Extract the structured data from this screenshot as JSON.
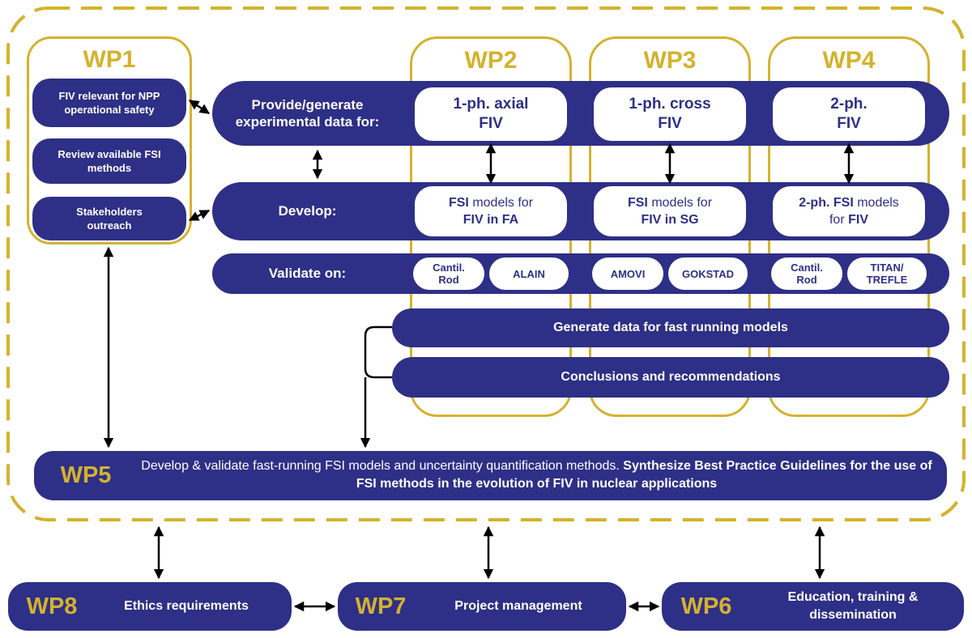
{
  "wp1": {
    "title": "WP1",
    "item1": "FIV relevant for NPP operational safety",
    "item2": "Review available FSI methods",
    "item3": "Stakeholders outreach"
  },
  "rows": {
    "provide": "Provide/generate experimental data for:",
    "develop": "Develop:",
    "validate": "Validate on:"
  },
  "wp2": {
    "title": "WP2",
    "exp": "1-ph. axial FIV",
    "model_a": "FSI",
    "model_b": " models for",
    "model_c": "FIV in FA",
    "val1": "Cantil. Rod",
    "val2": "ALAIN"
  },
  "wp3": {
    "title": "WP3",
    "exp": "1-ph. cross FIV",
    "model_a": "FSI",
    "model_b": " models for",
    "model_c": "FIV in SG",
    "val1": "AMOVI",
    "val2": "GOKSTAD"
  },
  "wp4": {
    "title": "WP4",
    "exp": "2-ph. FIV",
    "model_a": "2-ph. FSI",
    "model_b": " models",
    "model_c1": "for ",
    "model_c2": "FIV",
    "val1": "Cantil. Rod",
    "val2": "TITAN/ TREFLE"
  },
  "generate": "Generate data for fast running models",
  "conclusions": "Conclusions and recommendations",
  "wp5": {
    "title": "WP5",
    "text1": "Develop & validate fast-running FSI models and uncertainty quantification methods. ",
    "text2": "Synthesize Best Practice Guidelines for the use of FSI methods in the evolution of FIV in nuclear applications"
  },
  "wp8": {
    "title": "WP8",
    "label": "Ethics requirements"
  },
  "wp7": {
    "title": "WP7",
    "label": "Project management"
  },
  "wp6": {
    "title": "WP6",
    "label": "Education, training & dissemination"
  },
  "colors": {
    "navy": "#2e2f86",
    "gold": "#d4b22e",
    "white": "#ffffff"
  }
}
